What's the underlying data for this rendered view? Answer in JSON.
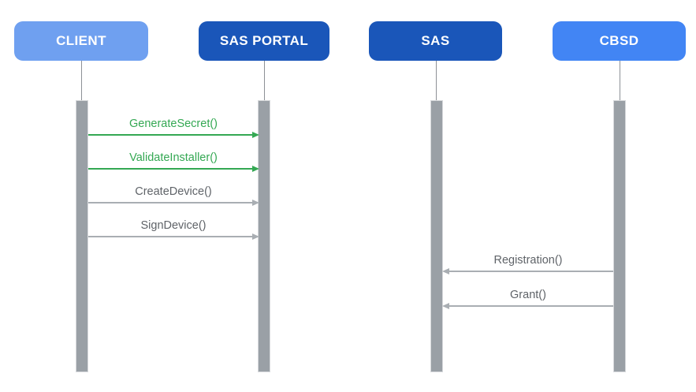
{
  "diagram": {
    "type": "sequence-diagram",
    "background": "#ffffff"
  },
  "actors": [
    {
      "id": "client",
      "label": "CLIENT",
      "color": "#6FA0F0"
    },
    {
      "id": "sas-portal",
      "label": "SAS PORTAL",
      "color": "#1A56B9"
    },
    {
      "id": "sas",
      "label": "SAS",
      "color": "#1A56B9"
    },
    {
      "id": "cbsd",
      "label": "CBSD",
      "color": "#4285F4"
    }
  ],
  "messages": [
    {
      "label": "GenerateSecret()",
      "from": "CLIENT",
      "to": "SAS PORTAL",
      "direction": "right",
      "label_color": "#34A853",
      "line_color": "#34A853"
    },
    {
      "label": "ValidateInstaller()",
      "from": "CLIENT",
      "to": "SAS PORTAL",
      "direction": "right",
      "label_color": "#34A853",
      "line_color": "#34A853"
    },
    {
      "label": "CreateDevice()",
      "from": "CLIENT",
      "to": "SAS PORTAL",
      "direction": "right",
      "label_color": "#5F6368",
      "line_color": "#A9AEB3"
    },
    {
      "label": "SignDevice()",
      "from": "CLIENT",
      "to": "SAS PORTAL",
      "direction": "right",
      "label_color": "#5F6368",
      "line_color": "#A9AEB3"
    },
    {
      "label": "Registration()",
      "from": "CBSD",
      "to": "SAS",
      "direction": "left",
      "label_color": "#5F6368",
      "line_color": "#A9AEB3"
    },
    {
      "label": "Grant()",
      "from": "CBSD",
      "to": "SAS",
      "direction": "left",
      "label_color": "#5F6368",
      "line_color": "#A9AEB3"
    }
  ],
  "colors": {
    "actor_text": "#FFFFFF",
    "light_blue_actor": "#6FA0F0",
    "dark_blue_actor": "#1A56B9",
    "bright_blue_actor": "#4285F4",
    "green_message": "#34A853",
    "gray_message_text": "#5F6368",
    "gray_message_line": "#A9AEB3",
    "activation_bar": "#9AA0A6",
    "lifeline": "#8D9196"
  }
}
